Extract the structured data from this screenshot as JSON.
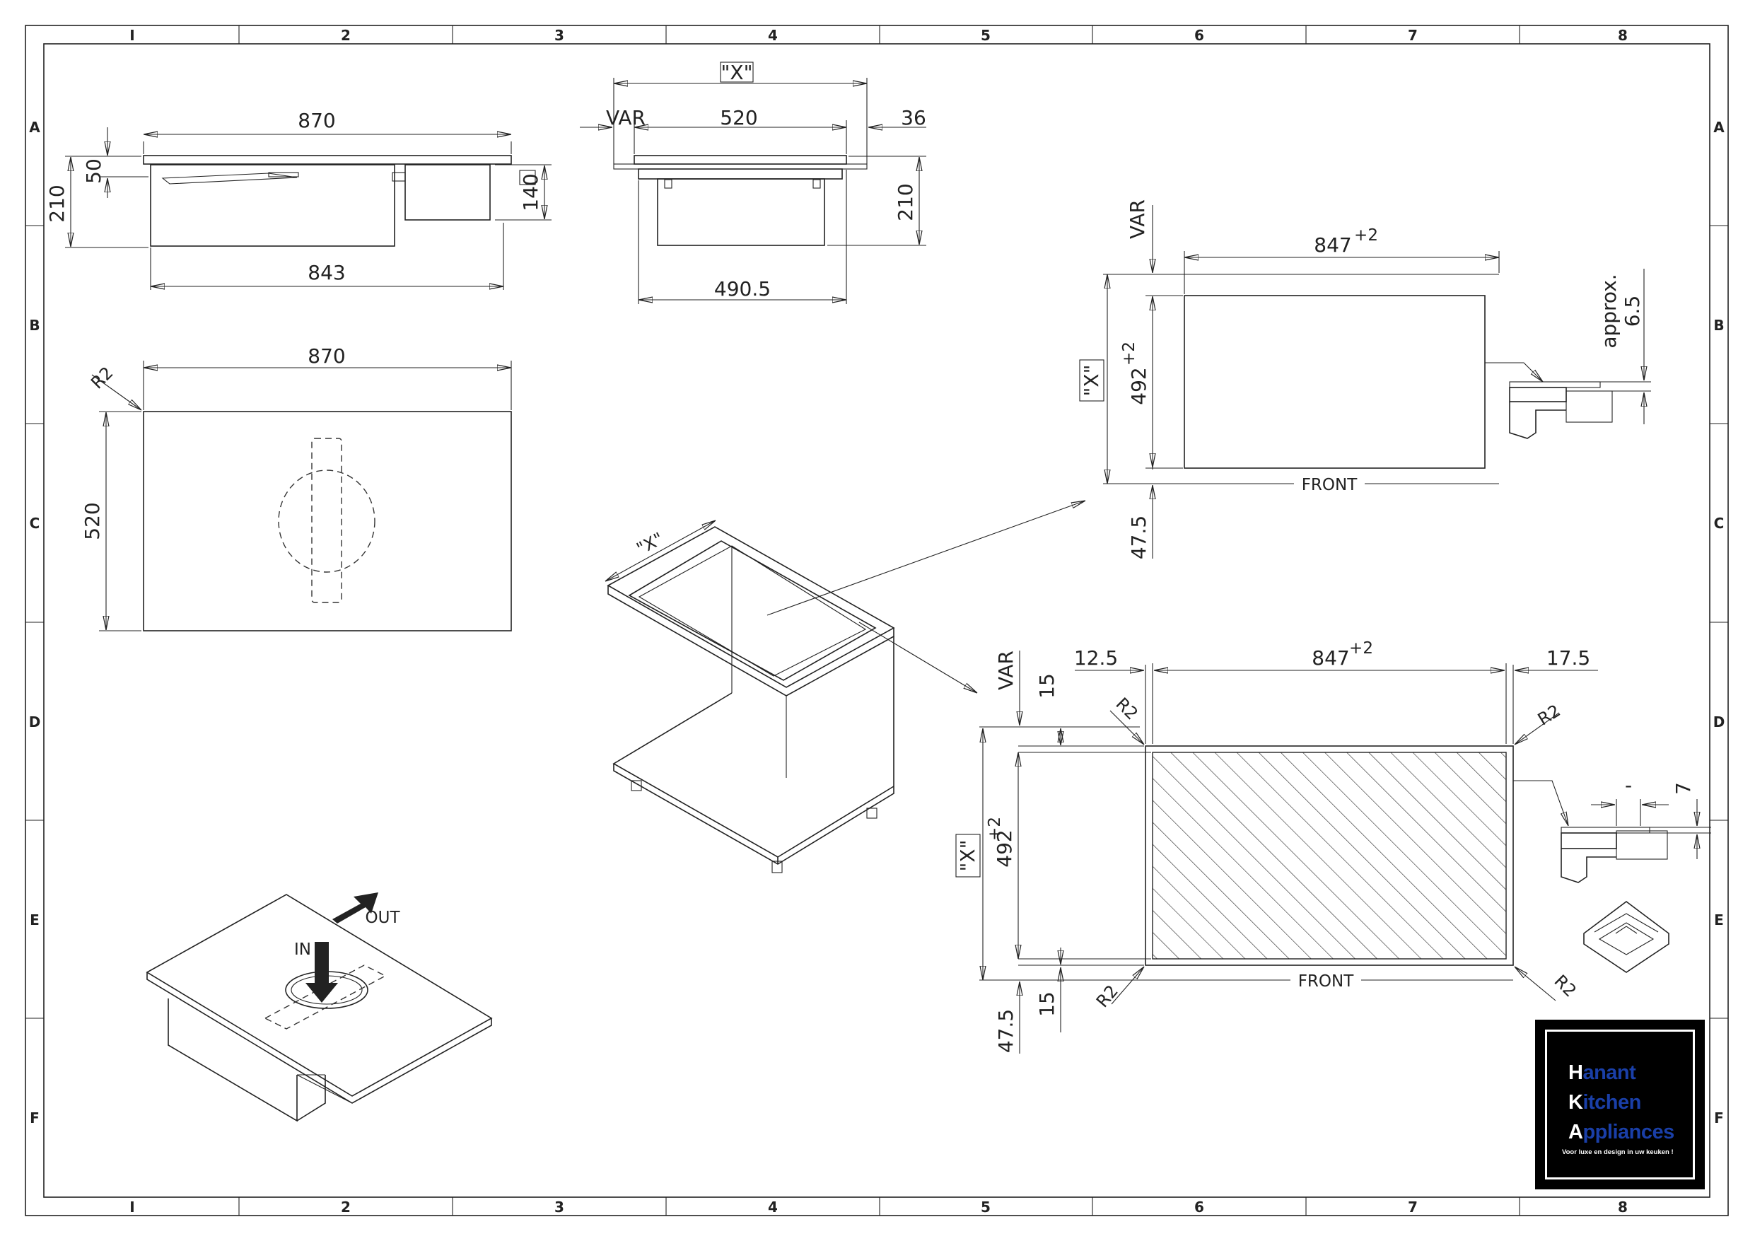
{
  "frame": {
    "columns": [
      "I",
      "2",
      "3",
      "4",
      "5",
      "6",
      "7",
      "8"
    ],
    "rows": [
      "A",
      "B",
      "C",
      "D",
      "E",
      "F"
    ]
  },
  "dims": {
    "side_total": "870",
    "side_top_thk": "50",
    "side_height": "210",
    "side_box": "140",
    "side_depth": "843",
    "front_x": "\"X\"",
    "front_var": "VAR",
    "front_width": "520",
    "front_36": "36",
    "front_height": "210",
    "front_box": "490.5",
    "top_r": "R2",
    "top_width": "870",
    "top_depth": "520",
    "iso_x": "\"X\"",
    "c1_var": "VAR",
    "c1_width": "847",
    "c1_tol": "+2",
    "c1_x": "\"X\"",
    "c1_depth": "492",
    "c1_depth_tol": "+2",
    "c1_front": "FRONT",
    "c1_offset": "47.5",
    "c1_approx": "approx.",
    "c1_approx_val": "6.5",
    "c2_var": "VAR",
    "c2_left": "12.5",
    "c2_width": "847",
    "c2_tol": "+2",
    "c2_right": "17.5",
    "c2_top15": "15",
    "c2_r_tl": "R2",
    "c2_r_tr": "R2",
    "c2_x": "\"X\"",
    "c2_depth": "492",
    "c2_depth_tol": "+2",
    "c2_front": "FRONT",
    "c2_bot15": "15",
    "c2_offset": "47.5",
    "c2_r_bl": "R2",
    "c2_r_br": "R2",
    "detail_dash": "-",
    "detail_7": "7",
    "persp_out": "OUT",
    "persp_in": "IN"
  },
  "logo": {
    "line1_cap": "H",
    "line1_rest": "anant",
    "line2_cap": "K",
    "line2_rest": "itchen",
    "line3_cap": "A",
    "line3_rest": "ppliances",
    "tagline": "Voor luxe en design in uw keuken !"
  }
}
